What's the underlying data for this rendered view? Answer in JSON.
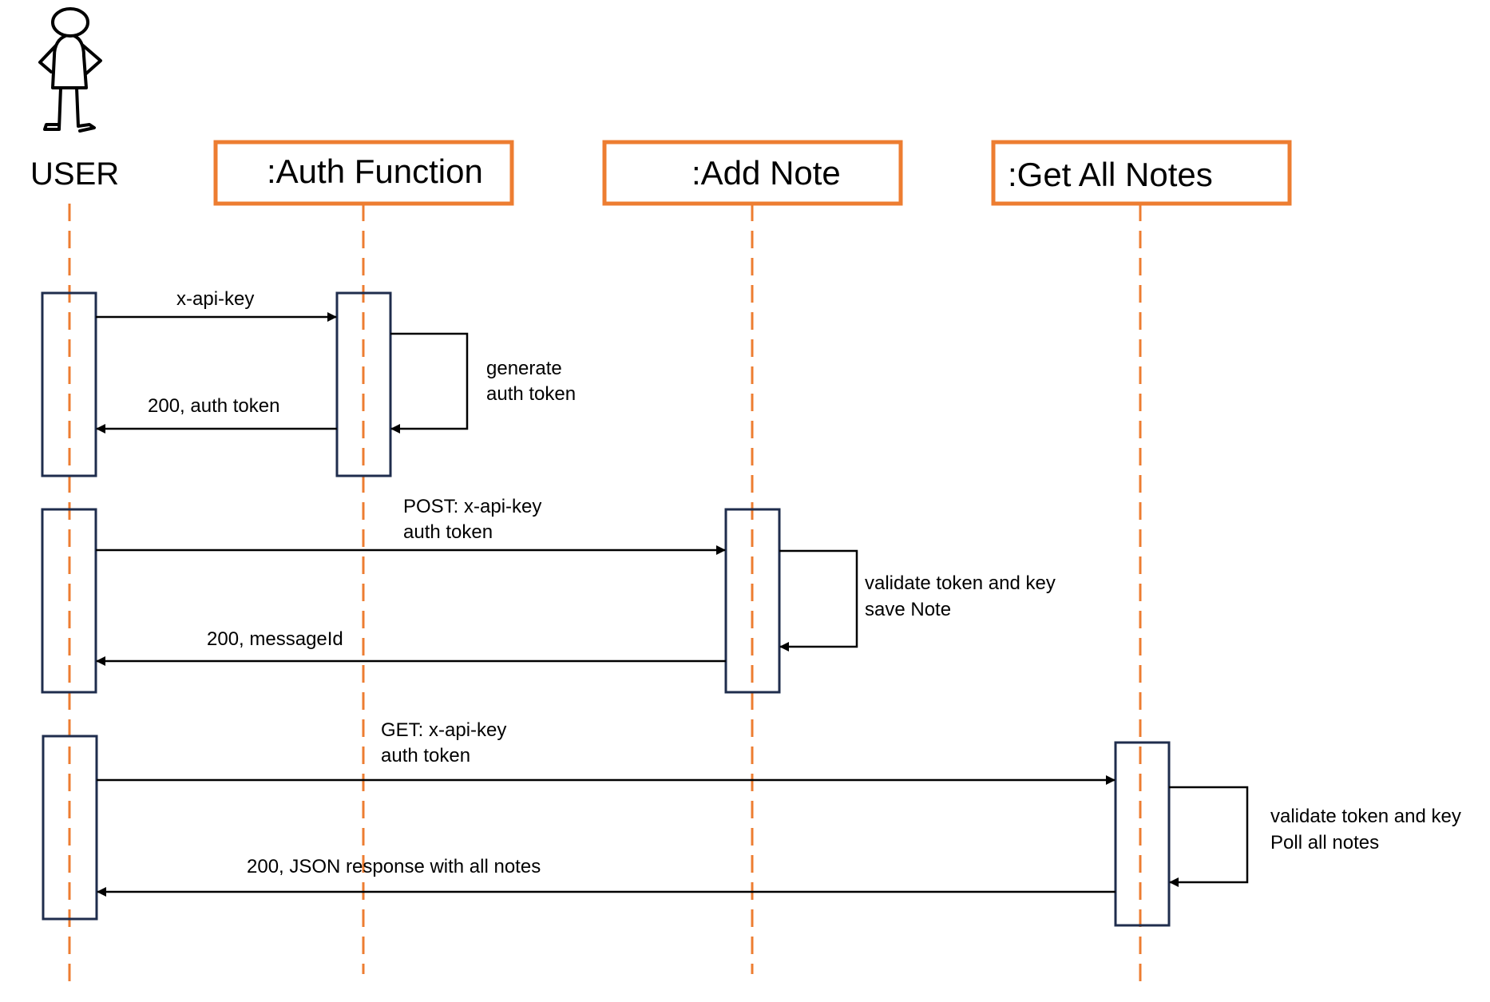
{
  "colors": {
    "accent": "#ed7d31",
    "activation_border": "#1f2d4d",
    "line": "#000000",
    "background": "#ffffff"
  },
  "actor": {
    "icon": "stick-figure-icon",
    "label": "USER"
  },
  "participants": [
    {
      "label": ":Auth Function"
    },
    {
      "label": ":Add Note"
    },
    {
      "label": ":Get All Notes"
    }
  ],
  "messages": {
    "x_api_key": "x-api-key",
    "auth_response": "200, auth token",
    "generate_line1": "generate",
    "generate_line2": "auth token",
    "post_line1": "POST: x-api-key",
    "post_line2": "auth token",
    "add_self_line1": "validate token and key",
    "add_self_line2": "save Note",
    "add_response": "200, messageId",
    "get_line1": "GET: x-api-key",
    "get_line2": "auth token",
    "get_self_line1": "validate token and key",
    "get_self_line2": "Poll all notes",
    "get_response": "200, JSON response with all notes"
  }
}
